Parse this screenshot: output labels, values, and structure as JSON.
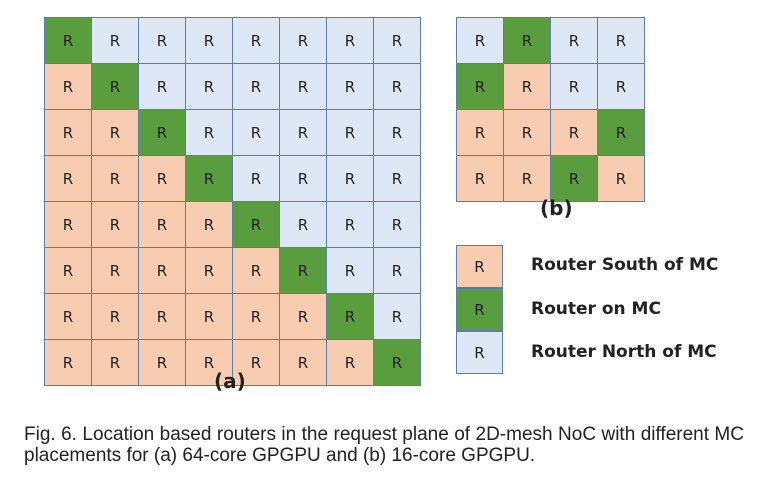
{
  "cell_label": "R",
  "grid_a": {
    "label": "(a)",
    "rows": [
      "MNNNNNNN",
      "SMNNNNNN",
      "SSMNNNNN",
      "SSSMNNNN",
      "SSSSMNNN",
      "SSSSSMNN",
      "SSSSSSMN",
      "SSSSSSSM"
    ]
  },
  "grid_b": {
    "label": "(b)",
    "rows": [
      "NMNN",
      "MSNN",
      "SSSM",
      "SSMS"
    ]
  },
  "legend": {
    "south": {
      "box_label": "R",
      "text": "Router South of MC",
      "color": "#f8ccb0"
    },
    "on": {
      "box_label": "R",
      "text": "Router on MC",
      "color": "#5a9d3f"
    },
    "north": {
      "box_label": "R",
      "text": "Router North of MC",
      "color": "#dde7f5"
    }
  },
  "caption": "Fig. 6. Location based routers in the request plane of 2D-mesh NoC with different MC placements for (a) 64-core GPGPU and (b) 16-core GPGPU."
}
